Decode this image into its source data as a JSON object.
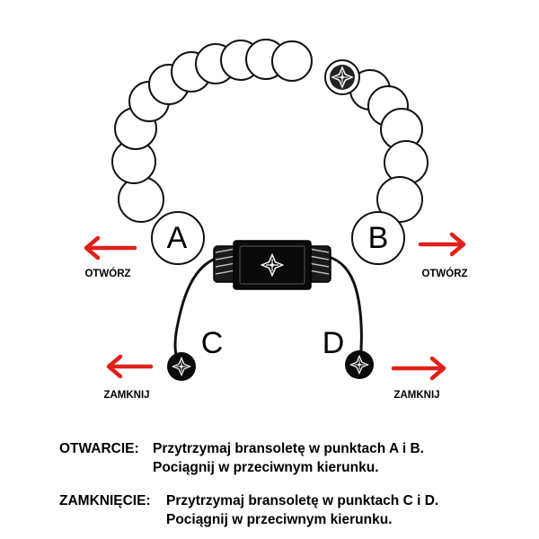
{
  "colors": {
    "arrow": "#e0201b",
    "bead_stroke": "#111111",
    "bead_fill": "#ffffff",
    "clasp": "#0a0a0a"
  },
  "icons": {
    "emblem": "diamond-flower-emblem-icon"
  },
  "points": {
    "a": "A",
    "b": "B",
    "c": "C",
    "d": "D"
  },
  "labels": {
    "open_left": "OTWÓRZ",
    "open_right": "OTWÓRZ",
    "close_left": "ZAMKNIJ",
    "close_right": "ZAMKNIJ"
  },
  "instructions": {
    "opening_title": "OTWARCIE:",
    "opening_line1": "Przytrzymaj bransoletę w punktach A i B.",
    "opening_line2": "Pociągnij w przeciwnym kierunku.",
    "closing_title": "ZAMKNIĘCIE:",
    "closing_line1": "Przytrzymaj bransoletę w punktach C i D.",
    "closing_line2": "Pociągnij w przeciwnym kierunku."
  }
}
